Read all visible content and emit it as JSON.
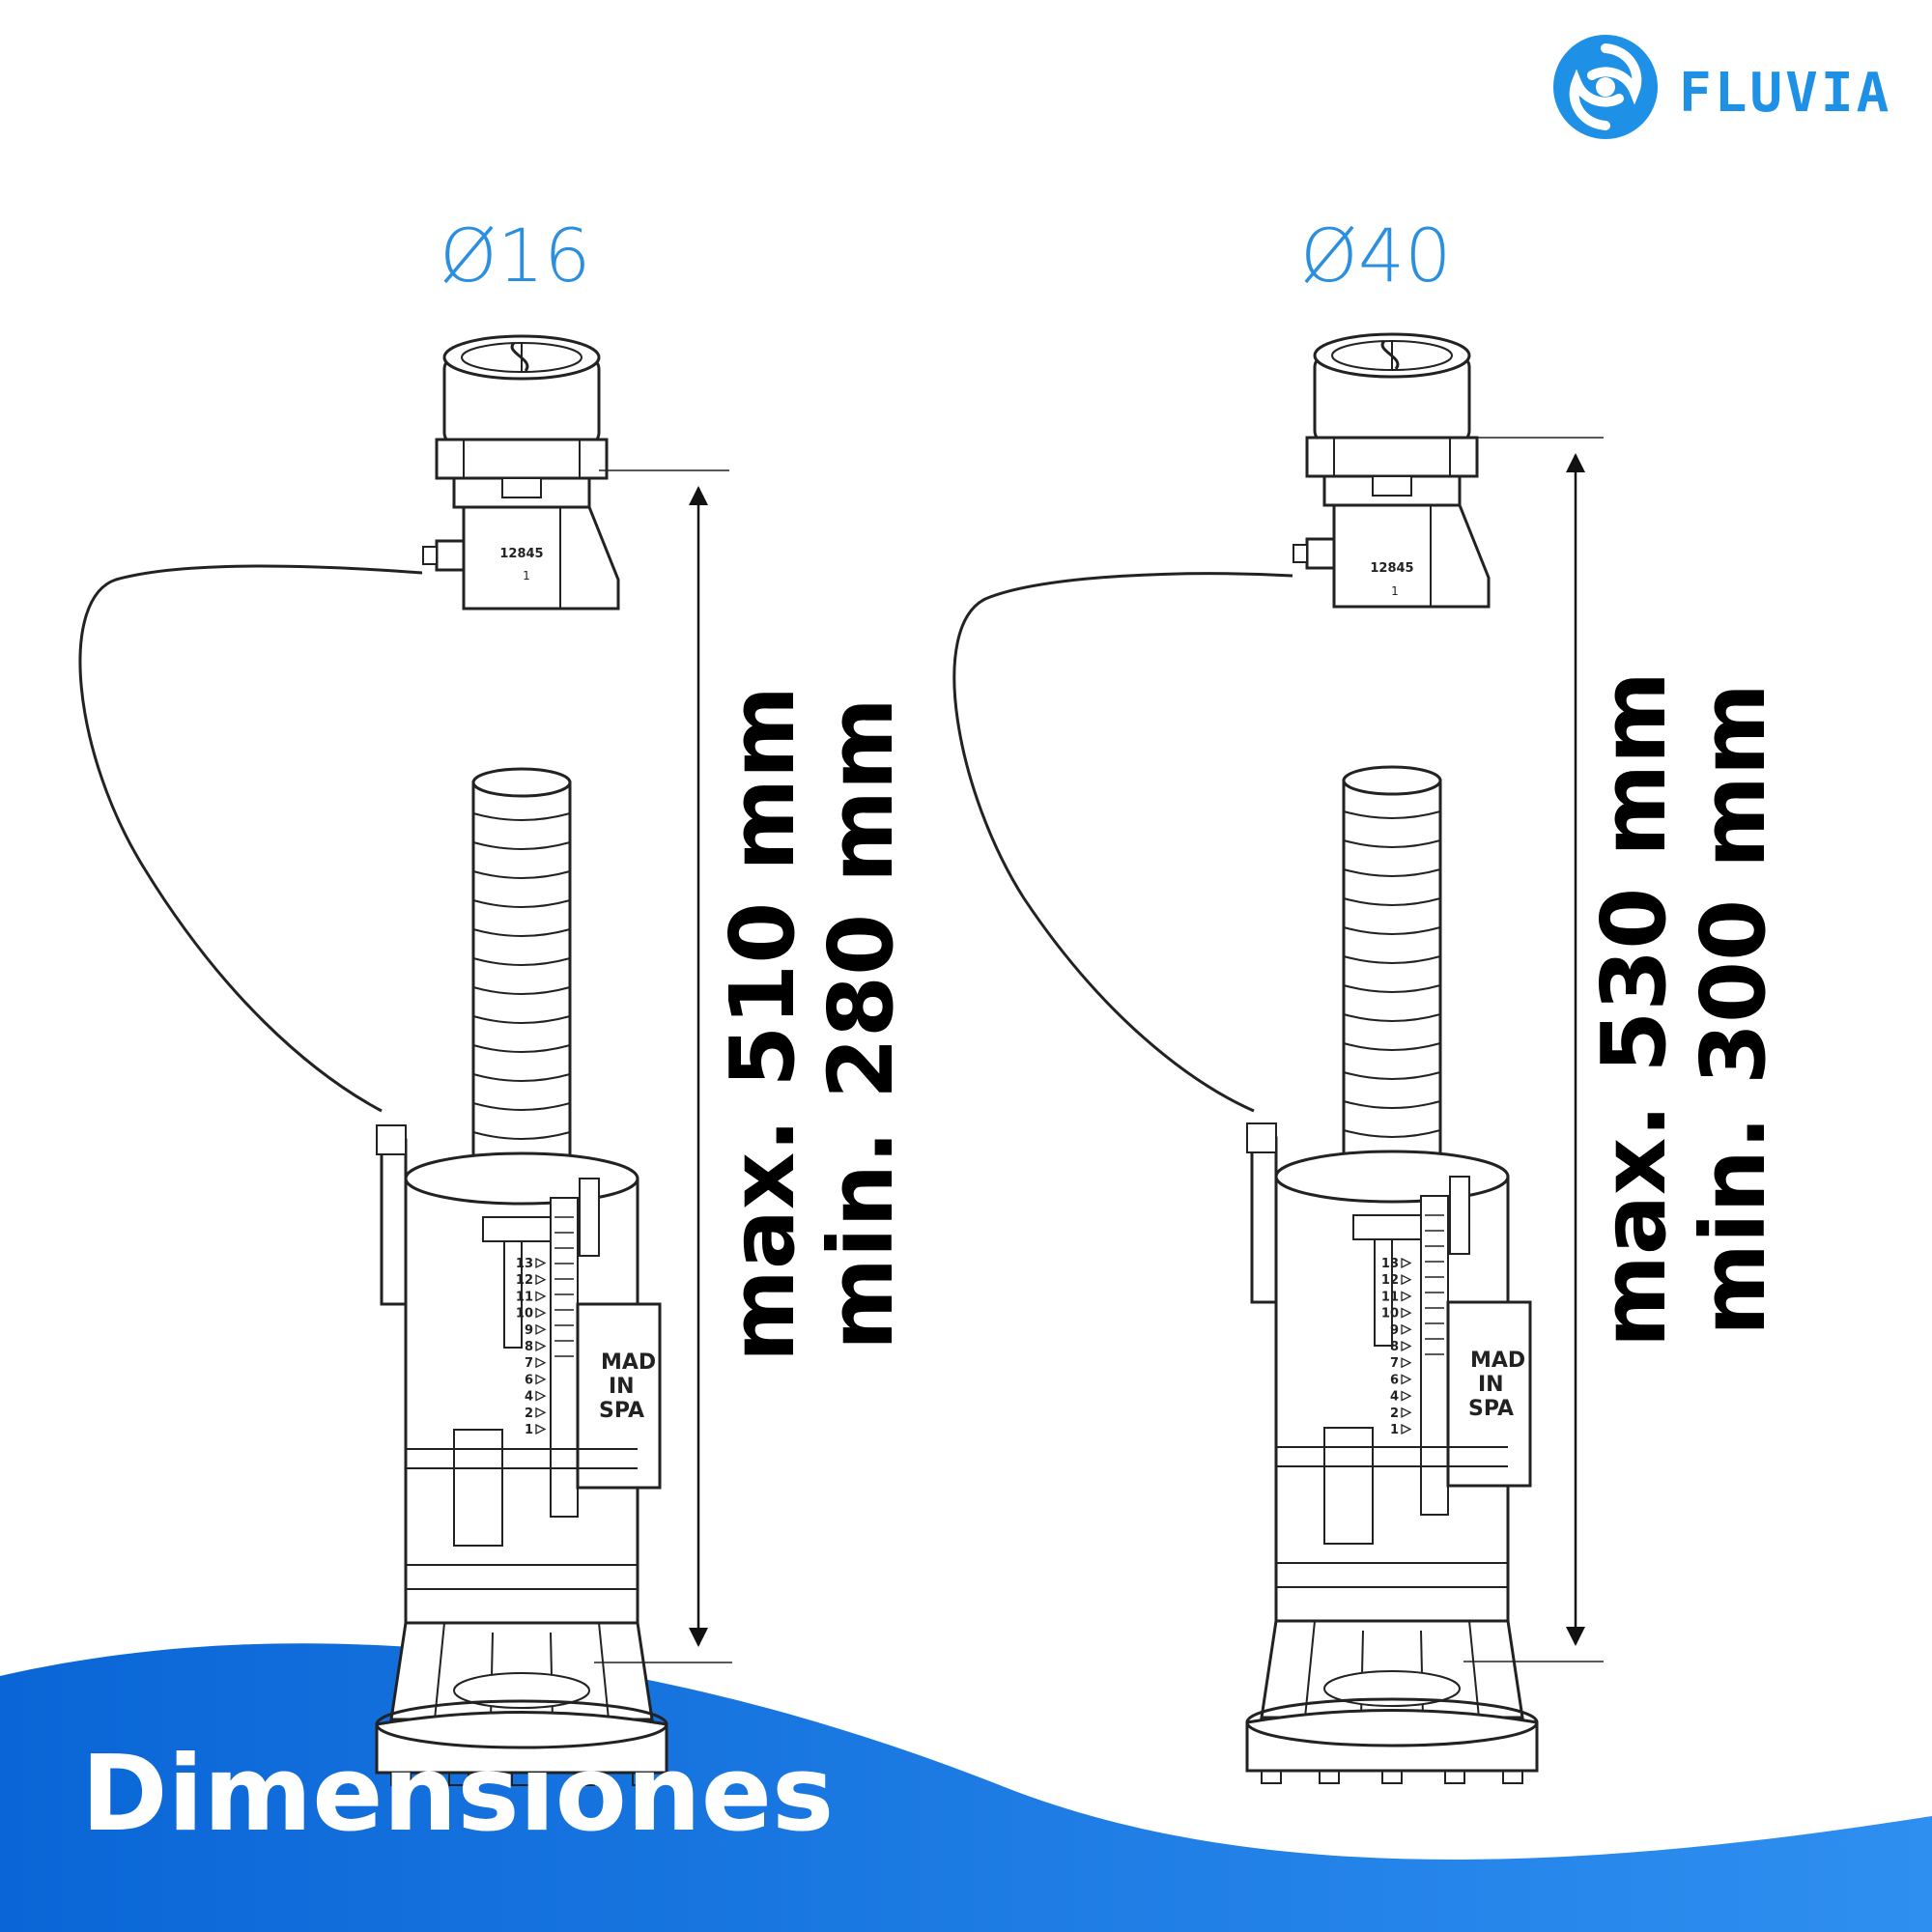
{
  "brand": {
    "name": "FLUVIA",
    "color": "#1e90e6",
    "icon": "swirl-logo-icon"
  },
  "products": [
    {
      "diameter_label": "Ø16",
      "max_label": "max. 510 mm",
      "min_label": "min. 280 mm",
      "panel_number": "12845",
      "panel_sub": "1",
      "base_text": [
        "MAD",
        "IN",
        "SPA"
      ]
    },
    {
      "diameter_label": "Ø40",
      "max_label": "max. 530 mm",
      "min_label": "min. 300 mm",
      "panel_number": "12845",
      "panel_sub": "1",
      "base_text": [
        "MAD",
        "IN",
        "SPA"
      ]
    }
  ],
  "scale_marks": [
    "13",
    "12",
    "11",
    "10",
    "9",
    "8",
    "7",
    "6",
    "4",
    "2",
    "1"
  ],
  "footer": {
    "title": "Dimensiones",
    "gradient_start": "#0a66d6",
    "gradient_end": "#2f8ff0"
  }
}
